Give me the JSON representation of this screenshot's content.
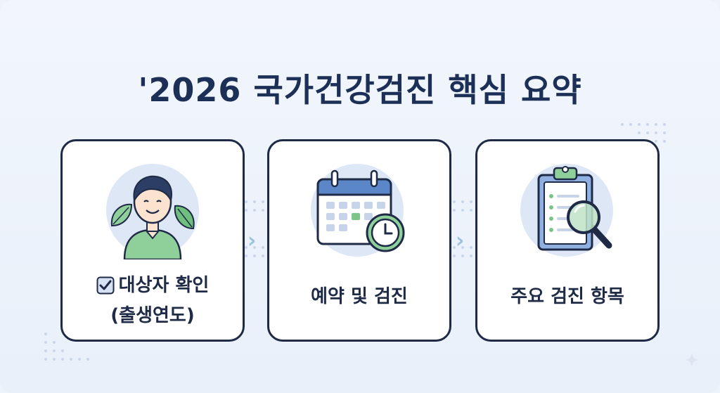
{
  "title": "'2026 국가건강검진 핵심 요약",
  "steps": [
    {
      "label_line1": "대상자 확인",
      "label_line2": "(출생연도)",
      "icon": "person-with-leaves-icon",
      "has_check": true
    },
    {
      "label_line1": "예약 및 검진",
      "icon": "calendar-clock-icon",
      "has_check": false
    },
    {
      "label_line1": "주요 검진 항목",
      "icon": "clipboard-magnifier-icon",
      "has_check": false
    }
  ],
  "arrows": [
    "chevron-right-icon",
    "chevron-right-icon"
  ],
  "arrow_glyph": "›",
  "colors": {
    "title": "#1c2f57",
    "card_border": "#1f2b46",
    "accent_green": "#7cc48a",
    "accent_blue": "#5b87c9",
    "circle_bg": "#dde7f6"
  }
}
